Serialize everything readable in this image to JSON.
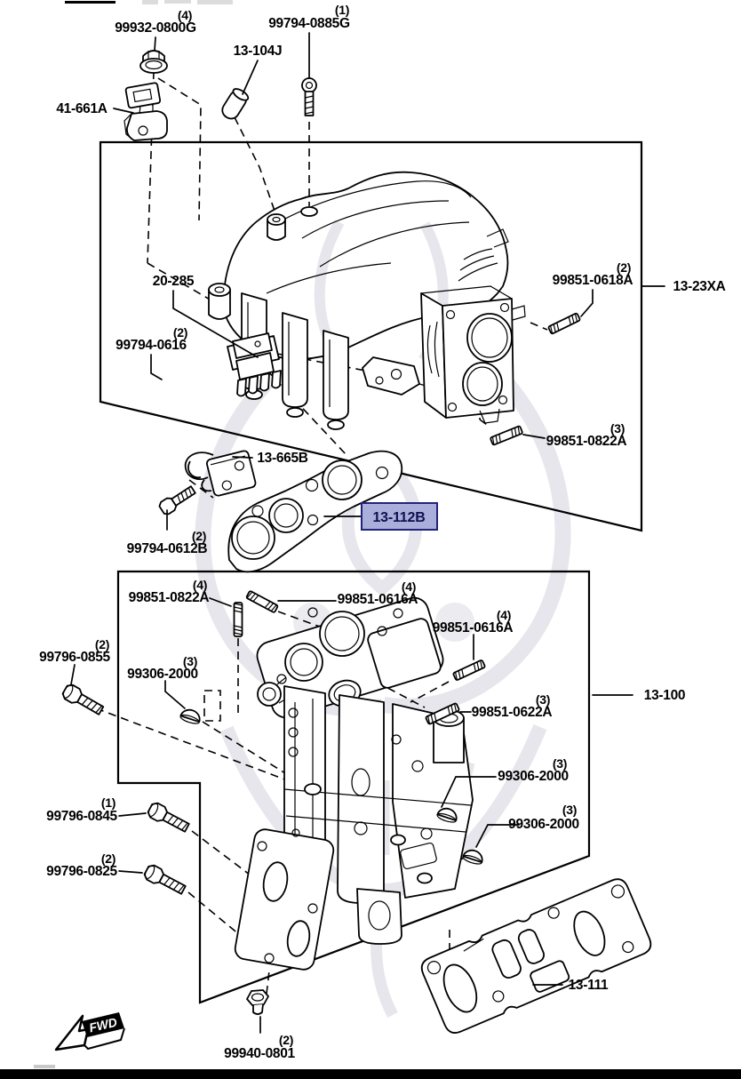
{
  "diagram": {
    "type": "parts-catalog-exploded-view",
    "line_color": "#000000",
    "background": "#ffffff",
    "watermark_color": "#e6e6ec",
    "highlight": {
      "fill": "#a9aedb",
      "border": "#23237a",
      "text_color": "#10104e"
    }
  },
  "labels": [
    {
      "qty": "(4)",
      "text": "99932-0800G"
    },
    {
      "qty": "(1)",
      "text": "99794-0885G"
    },
    {
      "text": "13-104J"
    },
    {
      "text": "41-661A"
    },
    {
      "text": "20-285"
    },
    {
      "qty": "(2)",
      "text": "99794-0616"
    },
    {
      "qty": "(2)",
      "text": "99851-0618A"
    },
    {
      "text": "13-23XA"
    },
    {
      "qty": "(3)",
      "text": "99851-0822A"
    },
    {
      "text": "13-665B"
    },
    {
      "text": "13-112B",
      "highlighted": true
    },
    {
      "qty": "(2)",
      "text": "99794-0612B"
    },
    {
      "qty": "(4)",
      "text": "99851-0822A"
    },
    {
      "qty": "(4)",
      "text": "99851-0616A"
    },
    {
      "qty": "(4)",
      "text": "99851-0616A"
    },
    {
      "qty": "(2)",
      "text": "99796-0855"
    },
    {
      "qty": "(3)",
      "text": "99306-2000"
    },
    {
      "qty": "(3)",
      "text": "99851-0622A"
    },
    {
      "text": "13-100"
    },
    {
      "qty": "(3)",
      "text": "99306-2000"
    },
    {
      "qty": "(3)",
      "text": "99306-2000"
    },
    {
      "qty": "(1)",
      "text": "99796-0845"
    },
    {
      "qty": "(2)",
      "text": "99796-0825"
    },
    {
      "text": "13-111"
    },
    {
      "qty": "(2)",
      "text": "99940-0801"
    },
    {
      "text": "FWD"
    }
  ]
}
